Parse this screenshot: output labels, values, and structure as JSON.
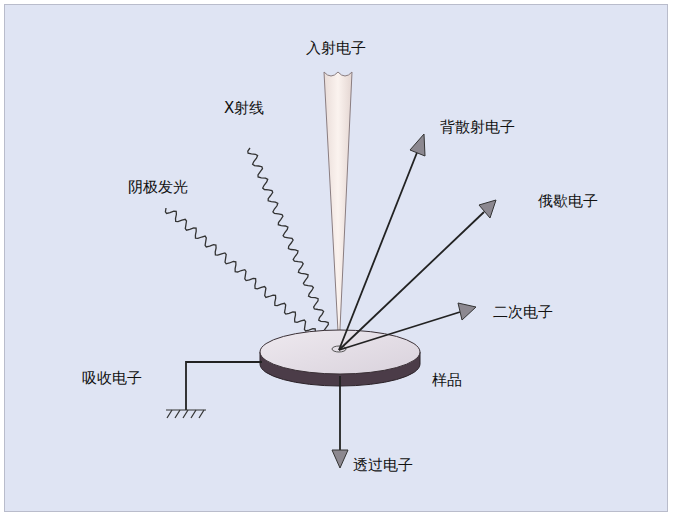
{
  "diagram": {
    "labels": [
      "入射电子",
      "X射线",
      "阴极发光",
      "背散射电子",
      "俄歇电子",
      "二次电子",
      "吸收电子",
      "样品",
      "透过电子"
    ]
  }
}
